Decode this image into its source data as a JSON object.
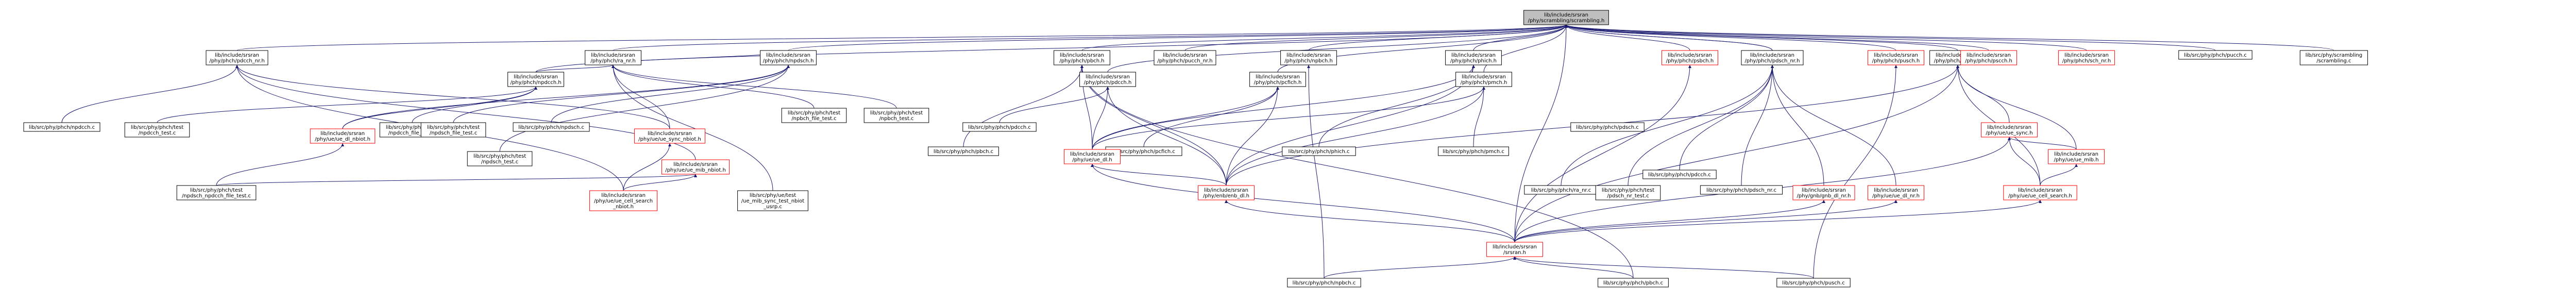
{
  "colors": {
    "background": "#ffffff",
    "edge": "#191970",
    "node_fill": "#ffffff",
    "node_fill_root": "#bfbfbf",
    "border_normal": "#000000",
    "border_missing": "#ff0000",
    "text": "#000000"
  },
  "nodes": [
    {
      "id": "root",
      "lines": [
        "lib/include/srsran",
        "/phy/scrambling/scrambling.h"
      ],
      "border": "root"
    },
    {
      "id": "nrpdcch_h",
      "lines": [
        "lib/include/srsran",
        "/phy/phch/pdcch_nr.h"
      ],
      "border": "normal"
    },
    {
      "id": "ra_nr_h",
      "lines": [
        "lib/include/srsran",
        "/phy/phch/ra_nr.h"
      ],
      "border": "normal"
    },
    {
      "id": "pucch_nr_h",
      "lines": [
        "lib/include/srsran",
        "/phy/phch/pucch_nr.h"
      ],
      "border": "normal"
    },
    {
      "id": "pdsch_nr_h",
      "lines": [
        "lib/include/srsran",
        "/phy/phch/pdsch_nr.h"
      ],
      "border": "normal"
    },
    {
      "id": "npbch_h",
      "lines": [
        "lib/include/srsran",
        "/phy/phch/npbch.h"
      ],
      "border": "normal"
    },
    {
      "id": "npdcch_h",
      "lines": [
        "lib/include/srsran",
        "/phy/phch/npdcch.h"
      ],
      "border": "normal"
    },
    {
      "id": "npdsch_h",
      "lines": [
        "lib/include/srsran",
        "/phy/phch/npdsch.h"
      ],
      "border": "normal"
    },
    {
      "id": "pbch_h",
      "lines": [
        "lib/include/srsran",
        "/phy/phch/pbch.h"
      ],
      "border": "normal"
    },
    {
      "id": "pcfich_h",
      "lines": [
        "lib/include/srsran",
        "/phy/phch/pcfich.h"
      ],
      "border": "normal"
    },
    {
      "id": "pdcch_h",
      "lines": [
        "lib/include/srsran",
        "/phy/phch/pdcch.h"
      ],
      "border": "normal"
    },
    {
      "id": "pdsch_h",
      "lines": [
        "lib/include/srsran",
        "/phy/phch/pdsch.h"
      ],
      "border": "normal"
    },
    {
      "id": "phich_h",
      "lines": [
        "lib/include/srsran",
        "/phy/phch/phich.h"
      ],
      "border": "normal"
    },
    {
      "id": "pmch_h",
      "lines": [
        "lib/include/srsran",
        "/phy/phch/pmch.h"
      ],
      "border": "normal"
    },
    {
      "id": "psbch_h",
      "lines": [
        "lib/include/srsran",
        "/phy/phch/psbch.h"
      ],
      "border": "missing"
    },
    {
      "id": "pusch_h",
      "lines": [
        "lib/include/srsran",
        "/phy/phch/pusch.h"
      ],
      "border": "missing"
    },
    {
      "id": "pscch_h",
      "lines": [
        "lib/include/srsran",
        "/phy/phch/pscch.h"
      ],
      "border": "missing"
    },
    {
      "id": "sch_nr_h",
      "lines": [
        "lib/include/srsran",
        "/phy/phch/sch_nr.h"
      ],
      "border": "missing"
    },
    {
      "id": "pucch_c",
      "lines": [
        "lib/src/phy/phch/pucch.c"
      ],
      "border": "normal"
    },
    {
      "id": "scrambling_c",
      "lines": [
        "lib/src/phy/scrambling",
        "/scrambling.c"
      ],
      "border": "normal"
    },
    {
      "id": "npdcch_c",
      "lines": [
        "lib/src/phy/phch/npdcch.c"
      ],
      "border": "normal"
    },
    {
      "id": "ue_sync_nbiot_h",
      "lines": [
        "lib/include/srsran",
        "/phy/ue/ue_sync_nbiot.h"
      ],
      "border": "missing"
    },
    {
      "id": "sib_nbiot_h",
      "lines": [
        "lib/include/srsran",
        "/phy/ue/ue_mib_nbiot.h"
      ],
      "border": "missing"
    },
    {
      "id": "ue_cell_search_nbiot_h",
      "lines": [
        "lib/include/srsran",
        "/phy/ue/ue_cell_search",
        "_nbiot.h"
      ],
      "border": "missing"
    },
    {
      "id": "npbch_test_c",
      "lines": [
        "lib/src/phy/phch/test",
        "/npbch_file_test.c"
      ],
      "border": "normal"
    },
    {
      "id": "npbch_test2_c",
      "lines": [
        "lib/src/phy/phch/test",
        "/npbch_test.c"
      ],
      "border": "normal"
    },
    {
      "id": "ue_mib_sync_test_c",
      "lines": [
        "lib/src/phy/ue/test",
        "/ue_mib_sync_test_nbiot",
        "_usrp.c"
      ],
      "border": "normal"
    },
    {
      "id": "ue_dl_nbiot_h",
      "lines": [
        "lib/include/srsran",
        "/phy/ue/ue_dl_nbiot.h"
      ],
      "border": "missing"
    },
    {
      "id": "npdcch_test_c",
      "lines": [
        "lib/src/phy/phch/test",
        "/npdcch_test.c"
      ],
      "border": "normal"
    },
    {
      "id": "npdcch_file_test_c",
      "lines": [
        "lib/src/phy/phch/test",
        "/npdcch_file_test.c"
      ],
      "border": "normal"
    },
    {
      "id": "npdsch_c",
      "lines": [
        "lib/src/phy/phch/npdsch.c"
      ],
      "border": "normal"
    },
    {
      "id": "npdsch_test_c",
      "lines": [
        "lib/src/phy/phch/test",
        "/npdsch_test.c"
      ],
      "border": "normal"
    },
    {
      "id": "npdsch_npdcch_file_test_c",
      "lines": [
        "lib/src/phy/phch/test",
        "/npdsch_npdcch_file_test.c"
      ],
      "border": "normal"
    },
    {
      "id": "npdsch_file_test_c",
      "lines": [
        "lib/src/phy/phch/test",
        "/npdsch_file_test.c"
      ],
      "border": "normal"
    },
    {
      "id": "pbch_c",
      "lines": [
        "lib/src/phy/phch/pbch.c"
      ],
      "border": "normal"
    },
    {
      "id": "pcfich_c",
      "lines": [
        "lib/src/phy/phch/pcfich.c"
      ],
      "border": "normal"
    },
    {
      "id": "pdcch_c",
      "lines": [
        "lib/src/phy/phch/pdcch.c"
      ],
      "border": "normal"
    },
    {
      "id": "ue_dl_h",
      "lines": [
        "lib/include/srsran",
        "/phy/ue/ue_dl.h"
      ],
      "border": "missing"
    },
    {
      "id": "enb_dl_h",
      "lines": [
        "lib/include/srsran",
        "/phy/enb/enb_dl.h"
      ],
      "border": "missing"
    },
    {
      "id": "phich_c",
      "lines": [
        "lib/src/phy/phch/phich.c"
      ],
      "border": "normal"
    },
    {
      "id": "pmch_c",
      "lines": [
        "lib/src/phy/phch/pmch.c"
      ],
      "border": "normal"
    },
    {
      "id": "pdsch_c",
      "lines": [
        "lib/src/phy/phch/pdsch.c"
      ],
      "border": "normal"
    },
    {
      "id": "ue_sync_h",
      "lines": [
        "lib/include/srsran",
        "/phy/ue/ue_sync.h"
      ],
      "border": "missing"
    },
    {
      "id": "ue_mib_h",
      "lines": [
        "lib/include/srsran",
        "/phy/ue/ue_mib.h"
      ],
      "border": "missing"
    },
    {
      "id": "ue_cell_search_h",
      "lines": [
        "lib/include/srsran",
        "/phy/ue/ue_cell_search.h"
      ],
      "border": "missing"
    },
    {
      "id": "pdcch_nr_c",
      "lines": [
        "lib/src/phy/phch/pdcch.c"
      ],
      "border": "normal"
    },
    {
      "id": "ra_nr_c",
      "lines": [
        "lib/src/phy/phch/ra_nr.c"
      ],
      "border": "normal"
    },
    {
      "id": "pdsch_nr_test_c",
      "lines": [
        "lib/src/phy/phch/test",
        "/pdsch_nr_test.c"
      ],
      "border": "normal"
    },
    {
      "id": "pdsch_nr_c",
      "lines": [
        "lib/src/phy/phch/pdsch_nr.c"
      ],
      "border": "normal"
    },
    {
      "id": "gnb_dl_nr_h",
      "lines": [
        "lib/include/srsran",
        "/phy/gnb/gnb_dl_nr.h"
      ],
      "border": "missing"
    },
    {
      "id": "ue_dl_nr_h",
      "lines": [
        "lib/include/srsran",
        "/phy/ue/ue_dl_nr.h"
      ],
      "border": "missing"
    },
    {
      "id": "srsran_h",
      "lines": [
        "lib/include/srsran",
        "/srsran.h"
      ],
      "border": "missing"
    },
    {
      "id": "npbch_c",
      "lines": [
        "lib/src/phy/phch/npbch.c"
      ],
      "border": "normal"
    },
    {
      "id": "pbch_c2",
      "lines": [
        "lib/src/phy/phch/pbch.c"
      ],
      "border": "normal"
    },
    {
      "id": "pusch_c",
      "lines": [
        "lib/src/phy/phch/pusch.c"
      ],
      "border": "normal"
    }
  ],
  "edges": [
    [
      "nrpdcch_h",
      "root"
    ],
    [
      "ra_nr_h",
      "root"
    ],
    [
      "pucch_nr_h",
      "root"
    ],
    [
      "pdsch_nr_h",
      "root"
    ],
    [
      "npbch_h",
      "root"
    ],
    [
      "npdcch_h",
      "root"
    ],
    [
      "npdsch_h",
      "root"
    ],
    [
      "pbch_h",
      "root"
    ],
    [
      "pcfich_h",
      "root"
    ],
    [
      "pdcch_h",
      "root"
    ],
    [
      "pdsch_h",
      "root"
    ],
    [
      "phich_h",
      "root"
    ],
    [
      "pmch_h",
      "root"
    ],
    [
      "psbch_h",
      "root"
    ],
    [
      "pusch_h",
      "root"
    ],
    [
      "pscch_h",
      "root"
    ],
    [
      "sch_nr_h",
      "root"
    ],
    [
      "pucch_c",
      "root"
    ],
    [
      "scrambling_c",
      "root"
    ],
    [
      "srsran_h",
      "root"
    ],
    [
      "pdsch_nr_h",
      "root"
    ],
    [
      "npdcch_c",
      "nrpdcch_h"
    ],
    [
      "ue_sync_nbiot_h",
      "nrpdcch_h"
    ],
    [
      "sib_nbiot_h",
      "nrpdcch_h"
    ],
    [
      "ue_cell_search_nbiot_h",
      "nrpdcch_h"
    ],
    [
      "npdcch_h",
      "ra_nr_h"
    ],
    [
      "npdsch_h",
      "ra_nr_h"
    ],
    [
      "ue_sync_nbiot_h",
      "ra_nr_h"
    ],
    [
      "npbch_test_c",
      "ra_nr_h"
    ],
    [
      "npbch_test2_c",
      "ra_nr_h"
    ],
    [
      "ue_mib_sync_test_c",
      "ra_nr_h"
    ],
    [
      "ue_dl_nbiot_h",
      "npdcch_h"
    ],
    [
      "npdcch_test_c",
      "npdcch_h"
    ],
    [
      "npdcch_file_test_c",
      "npdcch_h"
    ],
    [
      "npdsch_c",
      "npdsch_h"
    ],
    [
      "ue_dl_nbiot_h",
      "npdsch_h"
    ],
    [
      "npdsch_test_c",
      "npdsch_h"
    ],
    [
      "npdsch_file_test_c",
      "npdsch_h"
    ],
    [
      "pbch_c",
      "pbch_h"
    ],
    [
      "ue_dl_h",
      "pbch_h"
    ],
    [
      "enb_dl_h",
      "pbch_h"
    ],
    [
      "pcfich_c",
      "pcfich_h"
    ],
    [
      "ue_dl_h",
      "pcfich_h"
    ],
    [
      "enb_dl_h",
      "pcfich_h"
    ],
    [
      "pdcch_c",
      "pdcch_h"
    ],
    [
      "ue_dl_h",
      "pdcch_h"
    ],
    [
      "enb_dl_h",
      "pdcch_h"
    ],
    [
      "phich_c",
      "phich_h"
    ],
    [
      "ue_dl_h",
      "phich_h"
    ],
    [
      "enb_dl_h",
      "phich_h"
    ],
    [
      "pmch_c",
      "pmch_h"
    ],
    [
      "ue_dl_h",
      "pmch_h"
    ],
    [
      "enb_dl_h",
      "pmch_h"
    ],
    [
      "ue_sync_h",
      "pdsch_h"
    ],
    [
      "ue_mib_h",
      "pdsch_h"
    ],
    [
      "ue_cell_search_h",
      "pdsch_h"
    ],
    [
      "enb_dl_h",
      "pdsch_h"
    ],
    [
      "srsran_h",
      "pdsch_h"
    ],
    [
      "ue_mib_h",
      "ue_sync_h"
    ],
    [
      "ue_cell_search_h",
      "ue_sync_h"
    ],
    [
      "ue_cell_search_h",
      "ue_mib_h"
    ],
    [
      "pdcch_nr_c",
      "pdsch_nr_h"
    ],
    [
      "ra_nr_c",
      "pdsch_nr_h"
    ],
    [
      "pdsch_nr_test_c",
      "pdsch_nr_h"
    ],
    [
      "pdsch_nr_c",
      "pdsch_nr_h"
    ],
    [
      "gnb_dl_nr_h",
      "pdsch_nr_h"
    ],
    [
      "ue_dl_nr_h",
      "pdsch_nr_h"
    ],
    [
      "npdsch_npdcch_file_test_c",
      "ue_dl_nbiot_h"
    ],
    [
      "npdsch_npdcch_file_test_c",
      "sib_nbiot_h"
    ],
    [
      "ue_cell_search_nbiot_h",
      "sib_nbiot_h"
    ],
    [
      "ue_cell_search_nbiot_h",
      "ue_sync_nbiot_h"
    ],
    [
      "enb_dl_h",
      "ue_dl_h"
    ],
    [
      "srsran_h",
      "ue_dl_h"
    ],
    [
      "srsran_h",
      "enb_dl_h"
    ],
    [
      "srsran_h",
      "ue_cell_search_h"
    ],
    [
      "srsran_h",
      "ue_sync_h"
    ],
    [
      "srsran_h",
      "gnb_dl_nr_h"
    ],
    [
      "srsran_h",
      "ue_dl_nr_h"
    ],
    [
      "srsran_h",
      "psbch_h"
    ],
    [
      "npbch_c",
      "srsran_h"
    ],
    [
      "pbch_c2",
      "srsran_h"
    ],
    [
      "pusch_c",
      "srsran_h"
    ],
    [
      "npbch_c",
      "npbch_h"
    ],
    [
      "pbch_c2",
      "pbch_h"
    ],
    [
      "pusch_c",
      "pusch_h"
    ]
  ]
}
